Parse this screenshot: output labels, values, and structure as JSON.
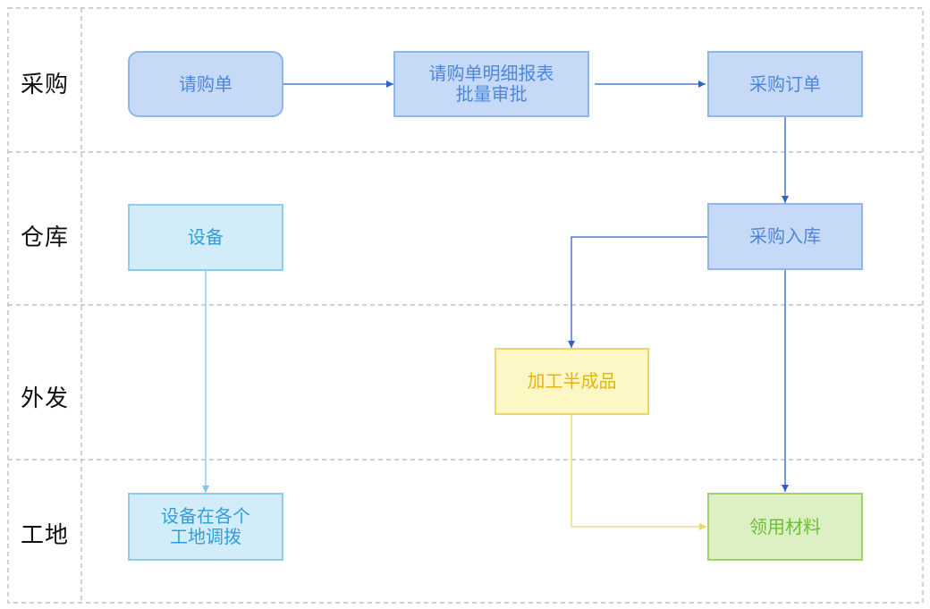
{
  "lanes": [
    "采购",
    "仓库",
    "外发",
    "工地"
  ],
  "nodes": {
    "requisition": "请购单",
    "requisition_report": "请购单明细报表\n批量审批",
    "purchase_order": "采购订单",
    "purchase_inbound": "采购入库",
    "equipment": "设备",
    "semi_finished": "加工半成品",
    "equipment_transfer": "设备在各个\n工地调拨",
    "material_requisition": "领用材料"
  },
  "colors": {
    "purchase_flow": "#2d62c9",
    "equipment_flow": "#7cc6ec",
    "semi_flow": "#ecd667",
    "lane_border": "#b5b5b5"
  }
}
